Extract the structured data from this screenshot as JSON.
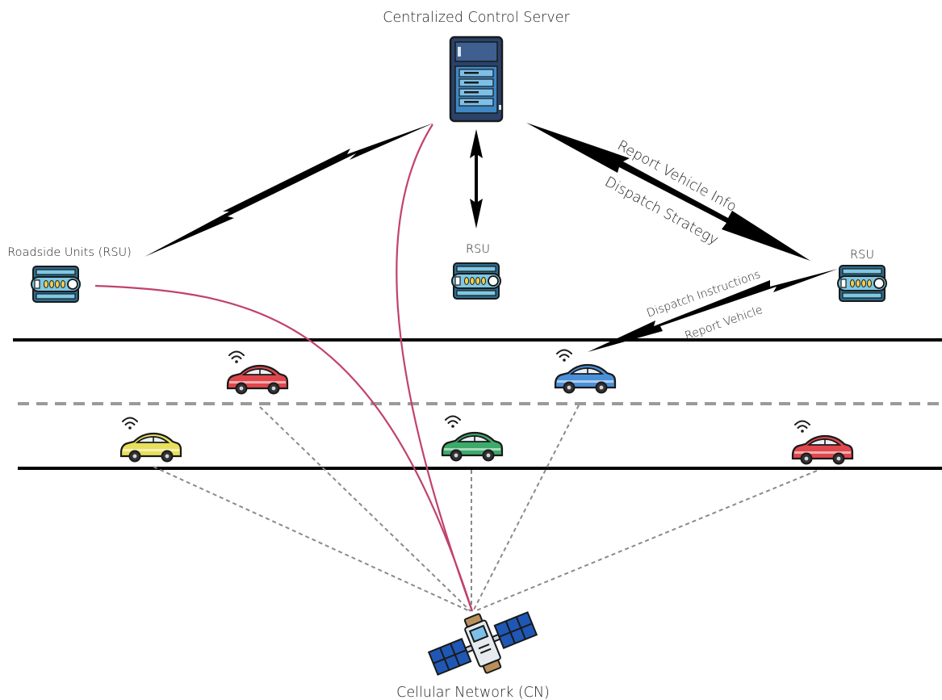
{
  "labels": {
    "server": "Centralized Control Server",
    "rsu_left": "Roadside Units (RSU)",
    "rsu_center": "RSU",
    "rsu_right": "RSU",
    "report_vehicle_info": "Report Vehicle Info",
    "dispatch_strategy": "Dispatch Strategy",
    "dispatch_instructions": "Dispatch Instructions",
    "report_vehicle": "Report Vehicle",
    "cellular_network": "Cellular Network (CN)"
  },
  "icons": {
    "server": "server-icon",
    "rsu": "rsu-device-icon",
    "car": "car-icon",
    "wifi": "wifi-signal-icon",
    "satellite": "satellite-icon"
  },
  "colors": {
    "arrow": "#000000",
    "cellular_link": "#c2416e",
    "vehicle_link": "#8a8a8a",
    "road": "#000000",
    "lane_divider": "#9a9a9a",
    "server_body": "#29436b",
    "server_panel": "#3f88c5",
    "rsu_body": "#2b6c8f",
    "rsu_panel": "#7ec8e3",
    "rsu_leds": "#f2d04b",
    "car_red": "#e0474c",
    "car_blue": "#4a90d9",
    "car_yellow": "#e8df5c",
    "car_green": "#3daa6b",
    "solar_panel": "#1f57b5"
  },
  "vehicles": [
    {
      "id": "car-red-top",
      "color": "#e0474c"
    },
    {
      "id": "car-blue-top",
      "color": "#4a90d9"
    },
    {
      "id": "car-yellow-bottom",
      "color": "#e8df5c"
    },
    {
      "id": "car-green-bottom",
      "color": "#3daa6b"
    },
    {
      "id": "car-red-bottom",
      "color": "#e0474c"
    }
  ]
}
